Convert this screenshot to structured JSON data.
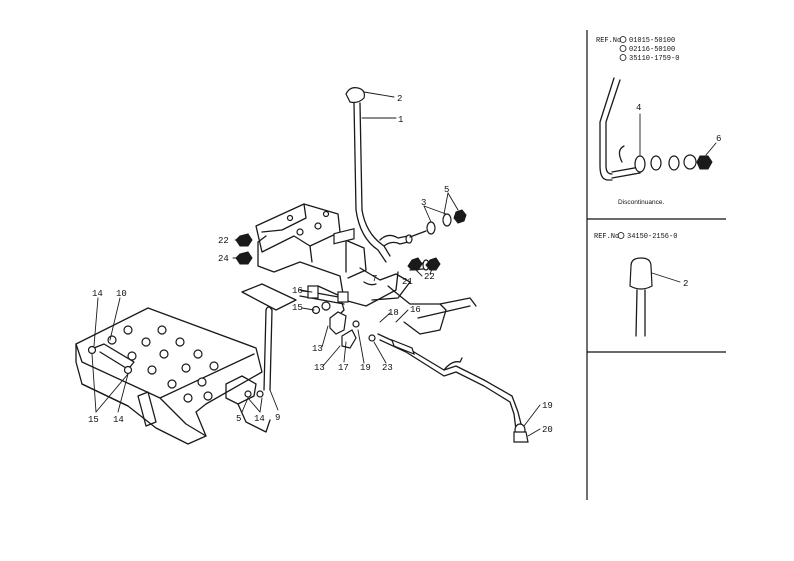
{
  "callouts": {
    "c1": "1",
    "c2": "2",
    "c3": "3",
    "c5a": "5",
    "c7": "7",
    "c22a": "22",
    "c24": "24",
    "c21": "21",
    "c22b": "22",
    "c14a": "14",
    "c10": "10",
    "c16a": "16",
    "c15a": "15",
    "c16b": "16",
    "c18": "18",
    "c13a": "13",
    "c13b": "13",
    "c17": "17",
    "c19a": "19",
    "c23": "23",
    "c15b": "15",
    "c14b": "14",
    "c5b": "5",
    "c14c": "14",
    "c9": "9",
    "c19b": "19",
    "c20": "20"
  },
  "panel_top": {
    "ref_label": "REF.No",
    "ref_lines": [
      "01015-50100",
      "02116-50100",
      "35110-1759-0"
    ],
    "callout_4": "4",
    "callout_6": "6",
    "note": "Discontinuance."
  },
  "panel_mid": {
    "ref_label": "REF.No",
    "ref_line": "34150-2156-0",
    "callout_2": "2"
  }
}
